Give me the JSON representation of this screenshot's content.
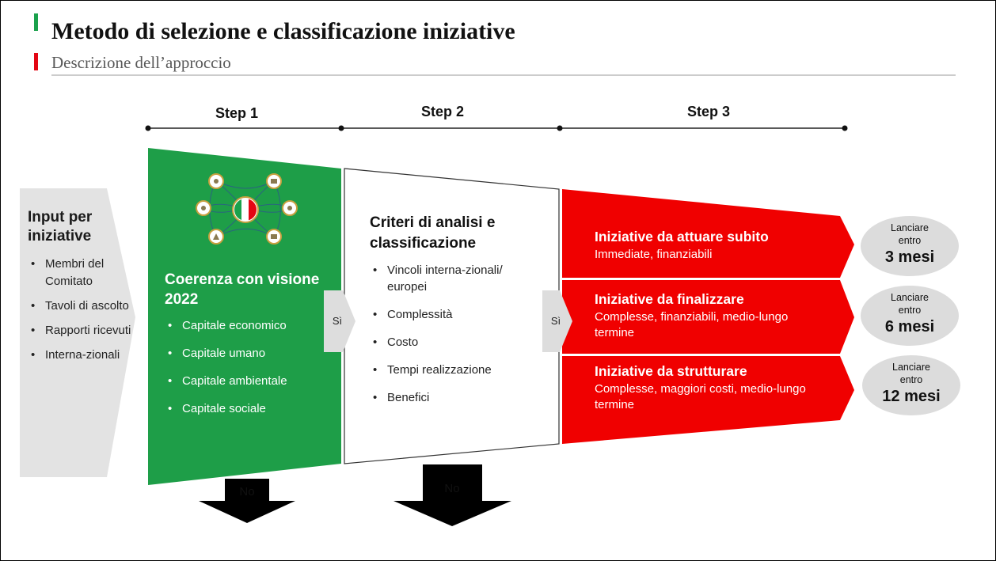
{
  "header": {
    "title": "Metodo di selezione e classificazione iniziative",
    "subtitle": "Descrizione dell’approccio"
  },
  "colors": {
    "flag_green": "#1AA14C",
    "flag_red": "#E30613",
    "step1_green": "#1E9E48",
    "step3_red": "#F00000",
    "arrow_gray": "#E3E3E3",
    "pill_gray": "#DCDCDC"
  },
  "steps": [
    {
      "label": "Step 1"
    },
    {
      "label": "Step 2"
    },
    {
      "label": "Step 3"
    }
  ],
  "input": {
    "heading": "Input per iniziative",
    "items": [
      "Membri del Comitato",
      "Tavoli di ascolto",
      "Rapporti ricevuti",
      "Interna-zionali"
    ]
  },
  "step1": {
    "heading": "Coerenza con visione 2022",
    "items": [
      "Capitale economico",
      "Capitale umano",
      "Capitale ambientale",
      "Capitale sociale"
    ],
    "icon": "network-italy-flag-icon"
  },
  "step2": {
    "heading": "Criteri di analisi e classificazione",
    "items": [
      "Vincoli interna-zionali/ europei",
      "Complessità",
      "Costo",
      "Tempi realizzazione",
      "Benefici"
    ]
  },
  "step3": {
    "items": [
      {
        "heading": "Iniziative da attuare subito",
        "desc": "Immediate, finanziabili"
      },
      {
        "heading": "Iniziative da finalizzare",
        "desc": "Complesse, finanziabili, medio-lungo termine"
      },
      {
        "heading": "Iniziative da strutturare",
        "desc": "Complesse, maggiori costi, medio-lungo termine"
      }
    ]
  },
  "flow": {
    "yes_label_1": "Sì",
    "yes_label_2": "Sì",
    "no_label_1": "No",
    "no_label_2": "No"
  },
  "timeline": [
    {
      "line1": "Lanciare",
      "line2": "entro",
      "value": "3 mesi"
    },
    {
      "line1": "Lanciare",
      "line2": "entro",
      "value": "6 mesi"
    },
    {
      "line1": "Lanciare",
      "line2": "entro",
      "value": "12 mesi"
    }
  ]
}
